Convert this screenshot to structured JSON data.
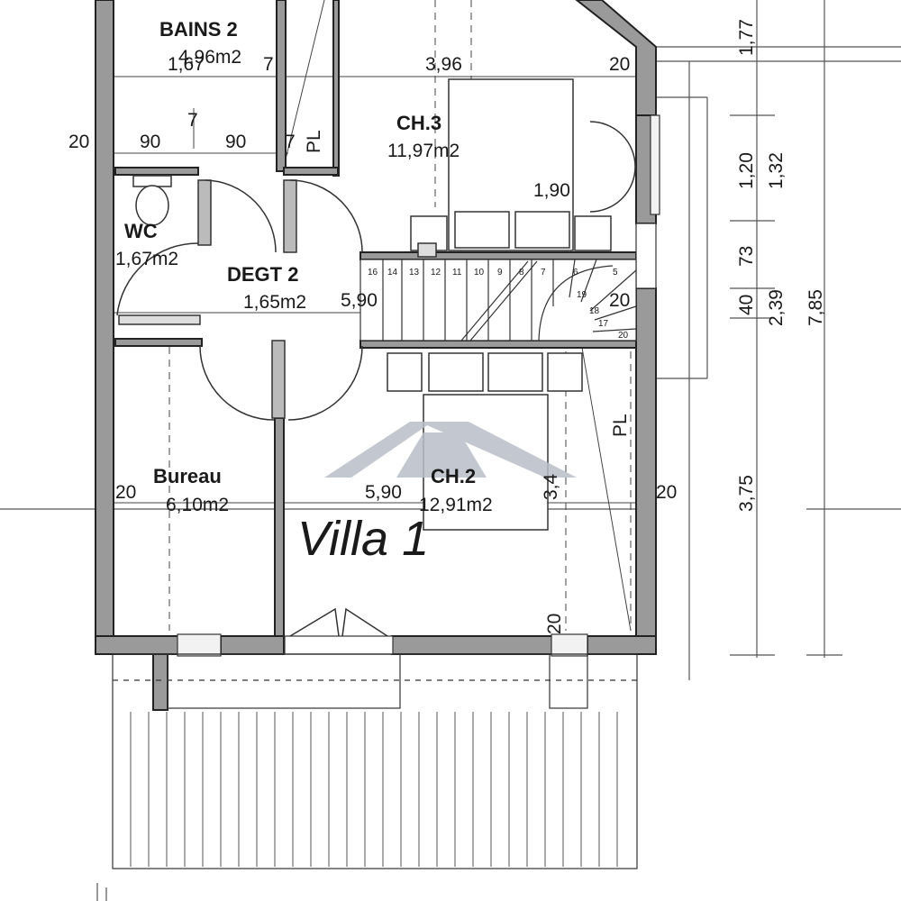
{
  "plan": {
    "title": "Villa 1",
    "rooms": {
      "bains2": {
        "name": "BAINS 2",
        "area": "4,96m2"
      },
      "ch3": {
        "name": "CH.3",
        "area": "11,97m2"
      },
      "wc": {
        "name": "WC",
        "area": "1,67m2"
      },
      "degt2": {
        "name": "DEGT 2",
        "area": "1,65m2"
      },
      "bureau": {
        "name": "Bureau",
        "area": "6,10m2"
      },
      "ch2": {
        "name": "CH.2",
        "area": "12,91m2"
      }
    },
    "placards": [
      "PL",
      "PL"
    ],
    "dimensions": {
      "d_1_67": "1,67",
      "d_7_top": "7",
      "d_3_96": "3,96",
      "d_20_top": "20",
      "d_7_mid": "7",
      "d_20_left": "20",
      "d_90_a": "90",
      "d_90_b": "90",
      "d_7_low": "7",
      "d_1_90": "1,90",
      "d_5_90_up": "5,90",
      "d_20_stair": "20",
      "d_20_bureau": "20",
      "d_5_90_low": "5,90",
      "d_3_4": "3,4",
      "d_20_right": "20",
      "d_20_bottom": "20",
      "d_1_77": "1,77",
      "d_1_20": "1,20",
      "d_1_32": "1,32",
      "d_73": "73",
      "d_40": "40",
      "d_2_39": "2,39",
      "d_7_85": "7,85",
      "d_3_75": "3,75"
    },
    "stair_steps": [
      "16",
      "14",
      "13",
      "12",
      "11",
      "10",
      "9",
      "8",
      "7",
      "6",
      "5",
      "19",
      "18",
      "17",
      "20"
    ]
  }
}
